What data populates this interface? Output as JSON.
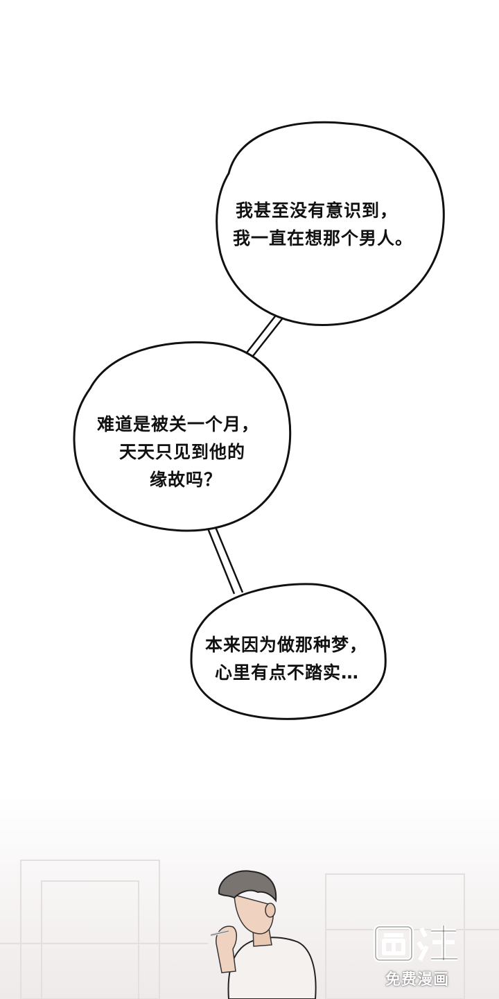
{
  "bubbles": [
    {
      "lines": [
        "我甚至没有意识到，",
        "我一直在想那个男人。"
      ]
    },
    {
      "lines": [
        "难道是被关一个月，",
        "天天只见到他的",
        "缘故吗？"
      ]
    },
    {
      "lines": [
        "本来因为做那种梦，",
        "心里有点不踏实…"
      ]
    }
  ],
  "watermark": {
    "caption": "免费漫画"
  },
  "colors": {
    "ink": "#111111",
    "bubble_fill": "#ffffff",
    "hair": "#7a7470",
    "skin": "#e9c8b4"
  }
}
